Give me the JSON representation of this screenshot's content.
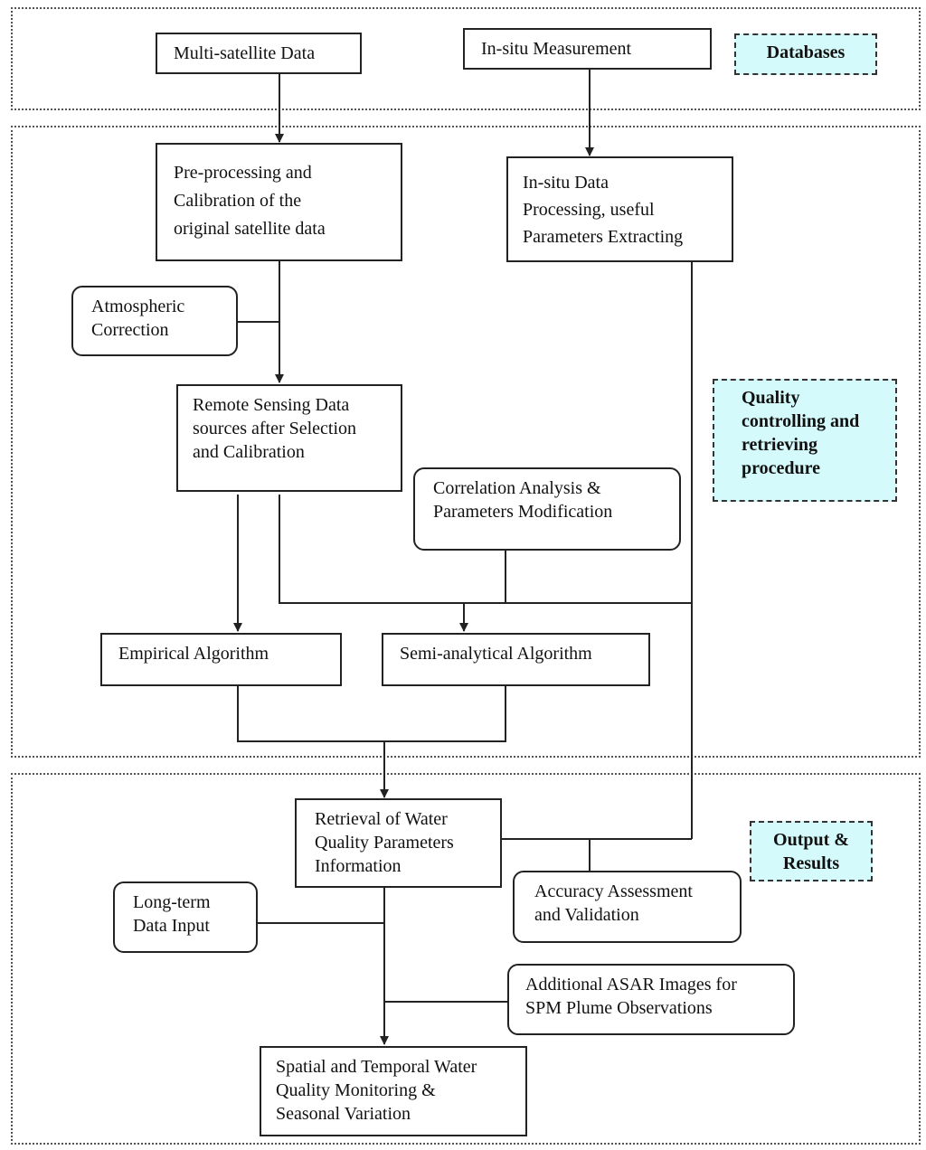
{
  "sections": {
    "databases_label": "Databases",
    "quality_label": "Quality\ncontrolling and\nretrieving\nprocedure",
    "output_label": "Output &\nResults"
  },
  "nodes": {
    "multi_satellite": "Multi-satellite Data",
    "in_situ": "In-situ Measurement",
    "preprocessing": "Pre-processing and\nCalibration of the\noriginal satellite data",
    "in_situ_processing": "In-situ Data\nProcessing, useful\nParameters Extracting",
    "atmospheric": "Atmospheric\nCorrection",
    "remote_sensing": "Remote Sensing Data\nsources after Selection\nand Calibration",
    "correlation": "Correlation Analysis &\nParameters Modification",
    "empirical": "Empirical Algorithm",
    "semi_analytical": "Semi-analytical Algorithm",
    "retrieval": "Retrieval of Water\nQuality Parameters\nInformation",
    "accuracy": "Accuracy Assessment\nand Validation",
    "long_term": "Long-term\nData Input",
    "asar": "Additional ASAR Images for\nSPM Plume Observations",
    "spatial": "Spatial and Temporal Water\nQuality Monitoring &\nSeasonal Variation"
  },
  "colors": {
    "label_fill": "#d5fafb",
    "line": "#222222"
  }
}
